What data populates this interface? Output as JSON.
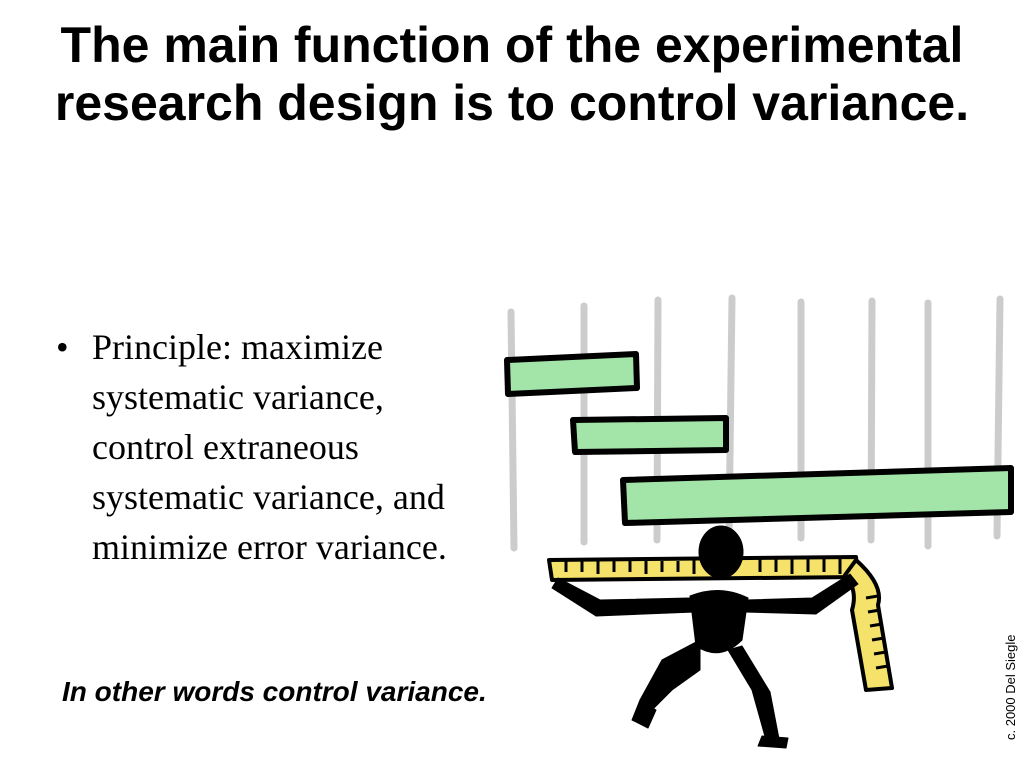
{
  "slide": {
    "title": "The main function of the experimental research design is to control variance.",
    "bullets": [
      "Principle: maximize systematic variance, control extraneous systematic variance, and minimize error variance."
    ],
    "bullet_symbol": "•",
    "footnote": "In other words control variance.",
    "copyright": "c. 2000 Del Siegle"
  },
  "illustration": {
    "subject": "person-holding-measuring-tape-under-bar-chart",
    "bar_color": "#a3e4a8",
    "tape_color": "#f5e26a",
    "gridline_color": "#cccccc",
    "outline_color": "#000000"
  }
}
